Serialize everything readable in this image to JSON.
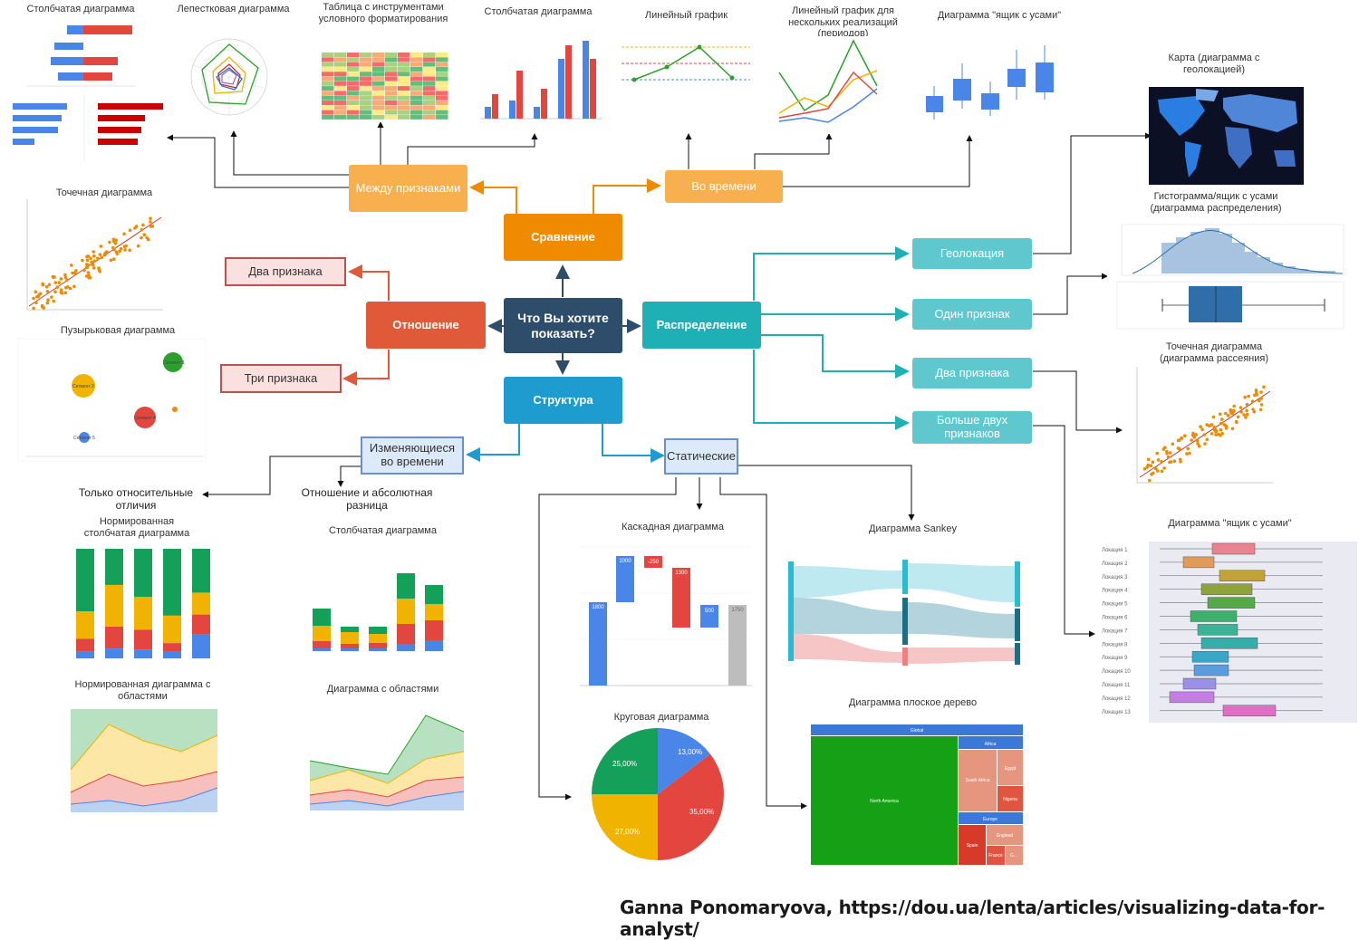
{
  "center": "Что Вы хотите показать?",
  "nodes": {
    "comparison": "Сравнение",
    "between_features": "Между признаками",
    "over_time": "Во времени",
    "relationship": "Отношение",
    "two_features_rel": "Два признака",
    "three_features_rel": "Три признака",
    "distribution": "Распределение",
    "geolocation": "Геолокация",
    "one_feature": "Один признак",
    "two_features_dist": "Два признака",
    "more_than_two": "Больше двух признаков",
    "structure": "Структура",
    "changing_over_time": "Изменяющиеся во времени",
    "static": "Статические"
  },
  "labels": {
    "bar_top_left": "Столбчатая диаграмма",
    "radar": "Лепестковая диаграмма",
    "cond_table": "Таблица с инструментами условного форматирования",
    "bar_top_mid": "Столбчатая диаграмма",
    "line_chart": "Линейный график",
    "line_multi": "Линейный график для нескольких реализаций (периодов)",
    "boxplot_top": "Диаграмма \"ящик с усами\"",
    "map": "Карта (диаграмма с геолокацией)",
    "hist_box": "Гистограмма/ящик с усами (диаграмма распределения)",
    "scatter_left": "Точечная диаграмма",
    "bubble": "Пузырьковая диаграмма",
    "scatter_right": "Точечная диаграмма (диаграмма рассеяния)",
    "boxplot_right": "Диаграмма \"ящик с усами\"",
    "only_relative": "Только относительные отличия",
    "norm_bar": "Нормированная столбчатая диаграмма",
    "norm_area": "Нормированная диаграмма с областями",
    "rel_abs": "Отношение и абсолютная разница",
    "stacked_bar": "Столбчатая диаграмма",
    "area_chart": "Диаграмма с областями",
    "waterfall": "Каскадная диаграмма",
    "pie": "Круговая диаграмма",
    "sankey": "Диаграмма Sankey",
    "treemap": "Диаграмма плоское дерево"
  },
  "credit": "Ganna Ponomaryova, https://dou.ua/lenta/articles/visualizing-data-for-analyst/",
  "pie_values": [
    "13,00%",
    "35,00%",
    "27,00%",
    "25,00%"
  ],
  "waterfall_values": [
    "1800",
    "1000",
    "-250",
    "1300",
    "500",
    "1750"
  ],
  "treemap_labels": [
    "Global",
    "North America",
    "Africa",
    "South Africa",
    "Egypt",
    "Nigeria",
    "Europe",
    "Spain",
    "England",
    "France",
    "G..."
  ],
  "boxplot_locations": [
    "Локация 1",
    "Локация 2",
    "Локация 3",
    "Локация 4",
    "Локация 5",
    "Локация 6",
    "Локация 7",
    "Локация 8",
    "Локация 9",
    "Локация 10",
    "Локация 11",
    "Локация 12",
    "Локация 13"
  ],
  "bubble_labels": [
    "Сегмент 1",
    "Сегмент 2",
    "Сегмент 4",
    "Сегмент 5"
  ],
  "colors": {
    "center": "#2e4d6b",
    "orange": "#f08a00",
    "red": "#e05a3a",
    "teal": "#1fb0b6",
    "blue": "#1e9bcf"
  }
}
